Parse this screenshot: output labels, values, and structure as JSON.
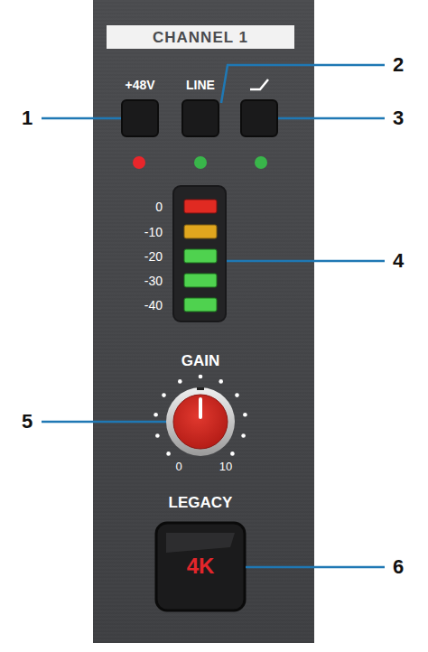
{
  "diagram": {
    "nodes": [
      {
        "text": [
          "CHANNEL 1"
        ]
      },
      {
        "text": [
          "LEGACY",
          "4K"
        ]
      }
    ],
    "labels": [
      "+48V",
      "LINE",
      "0",
      "-10",
      "-20",
      "-30",
      "-40",
      "GAIN",
      "0",
      "10",
      "1",
      "2",
      "3",
      "4",
      "5",
      "6"
    ]
  }
}
